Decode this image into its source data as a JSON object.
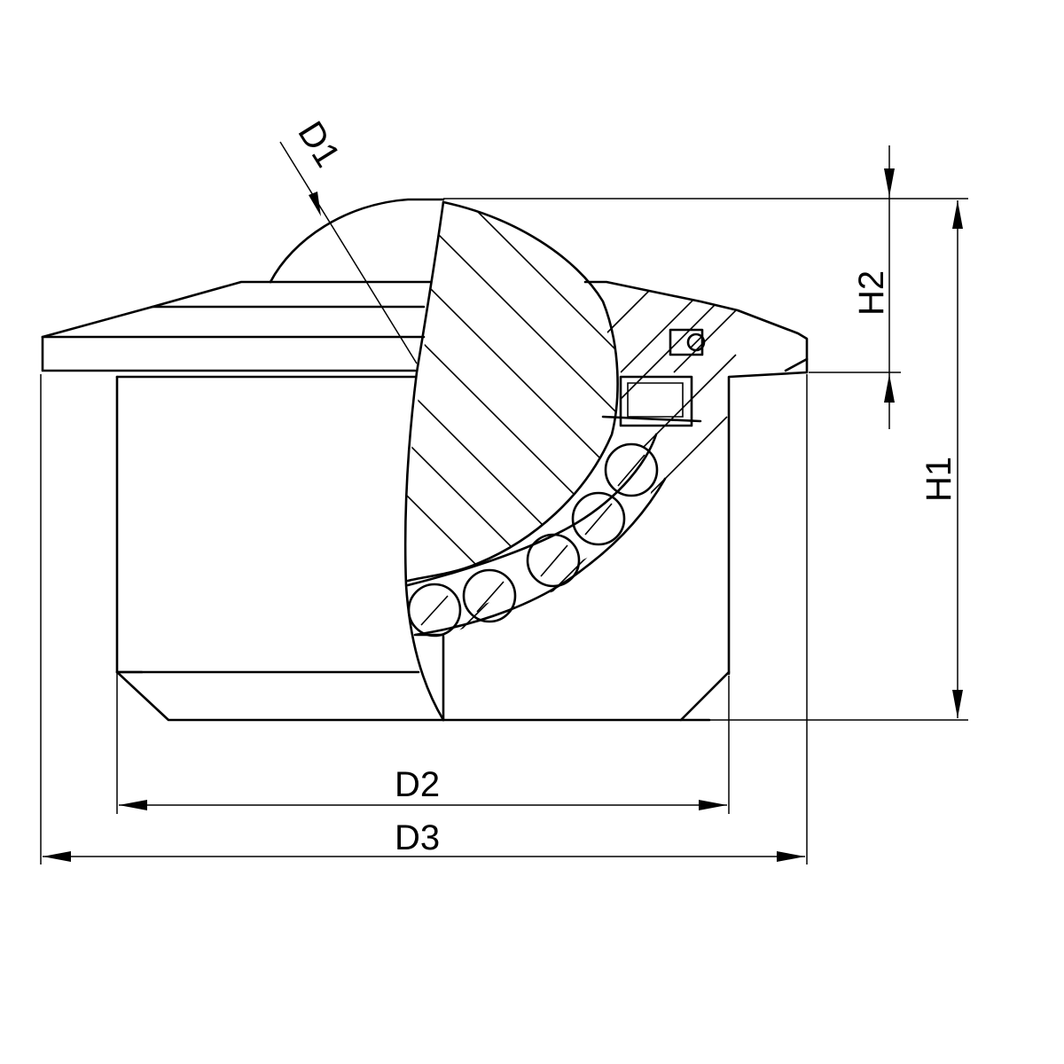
{
  "drawing": {
    "dimensions": {
      "d1": "D1",
      "d2": "D2",
      "d3": "D3",
      "h1": "H1",
      "h2": "H2"
    },
    "colors": {
      "line": "#000000",
      "background": "#ffffff"
    }
  }
}
